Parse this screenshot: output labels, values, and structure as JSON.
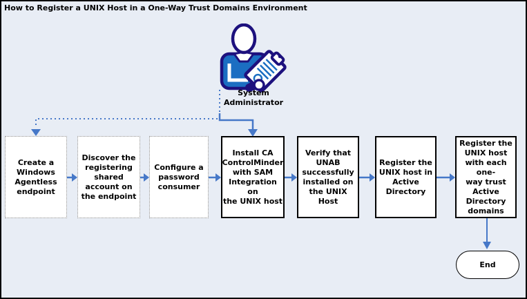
{
  "title": "How to Register a UNIX Host in a One-Way Trust Domains Environment",
  "actor": {
    "label": "System\nAdministrator"
  },
  "steps": [
    {
      "label": "Create a\nWindows\nAgentless\nendpoint",
      "border": "dashed"
    },
    {
      "label": "Discover the\nregistering\nshared\naccount on\nthe endpoint",
      "border": "dashed"
    },
    {
      "label": "Configure a\npassword\nconsumer",
      "border": "dashed"
    },
    {
      "label": "Install CA\nControlMinder\nwith SAM\nIntegration on\nthe UNIX host",
      "border": "solid"
    },
    {
      "label": "Verify that\nUNAB\nsuccessfully\ninstalled on\nthe UNIX Host",
      "border": "solid"
    },
    {
      "label": "Register the\nUNIX host in\nActive\nDirectory",
      "border": "solid"
    },
    {
      "label": "Register the\nUNIX host\nwith each one-\nway trust\nActive\nDirectory\ndomains",
      "border": "solid"
    }
  ],
  "terminator": {
    "label": "End"
  },
  "colors": {
    "background": "#E8EDF5",
    "arrow_blue": "#4678C8",
    "box_border_solid": "#000000",
    "box_border_dashed": "#8A8A8A",
    "icon_navy": "#1D117E",
    "icon_blue": "#1B6EC2",
    "box_fill": "#FFFFFF"
  }
}
